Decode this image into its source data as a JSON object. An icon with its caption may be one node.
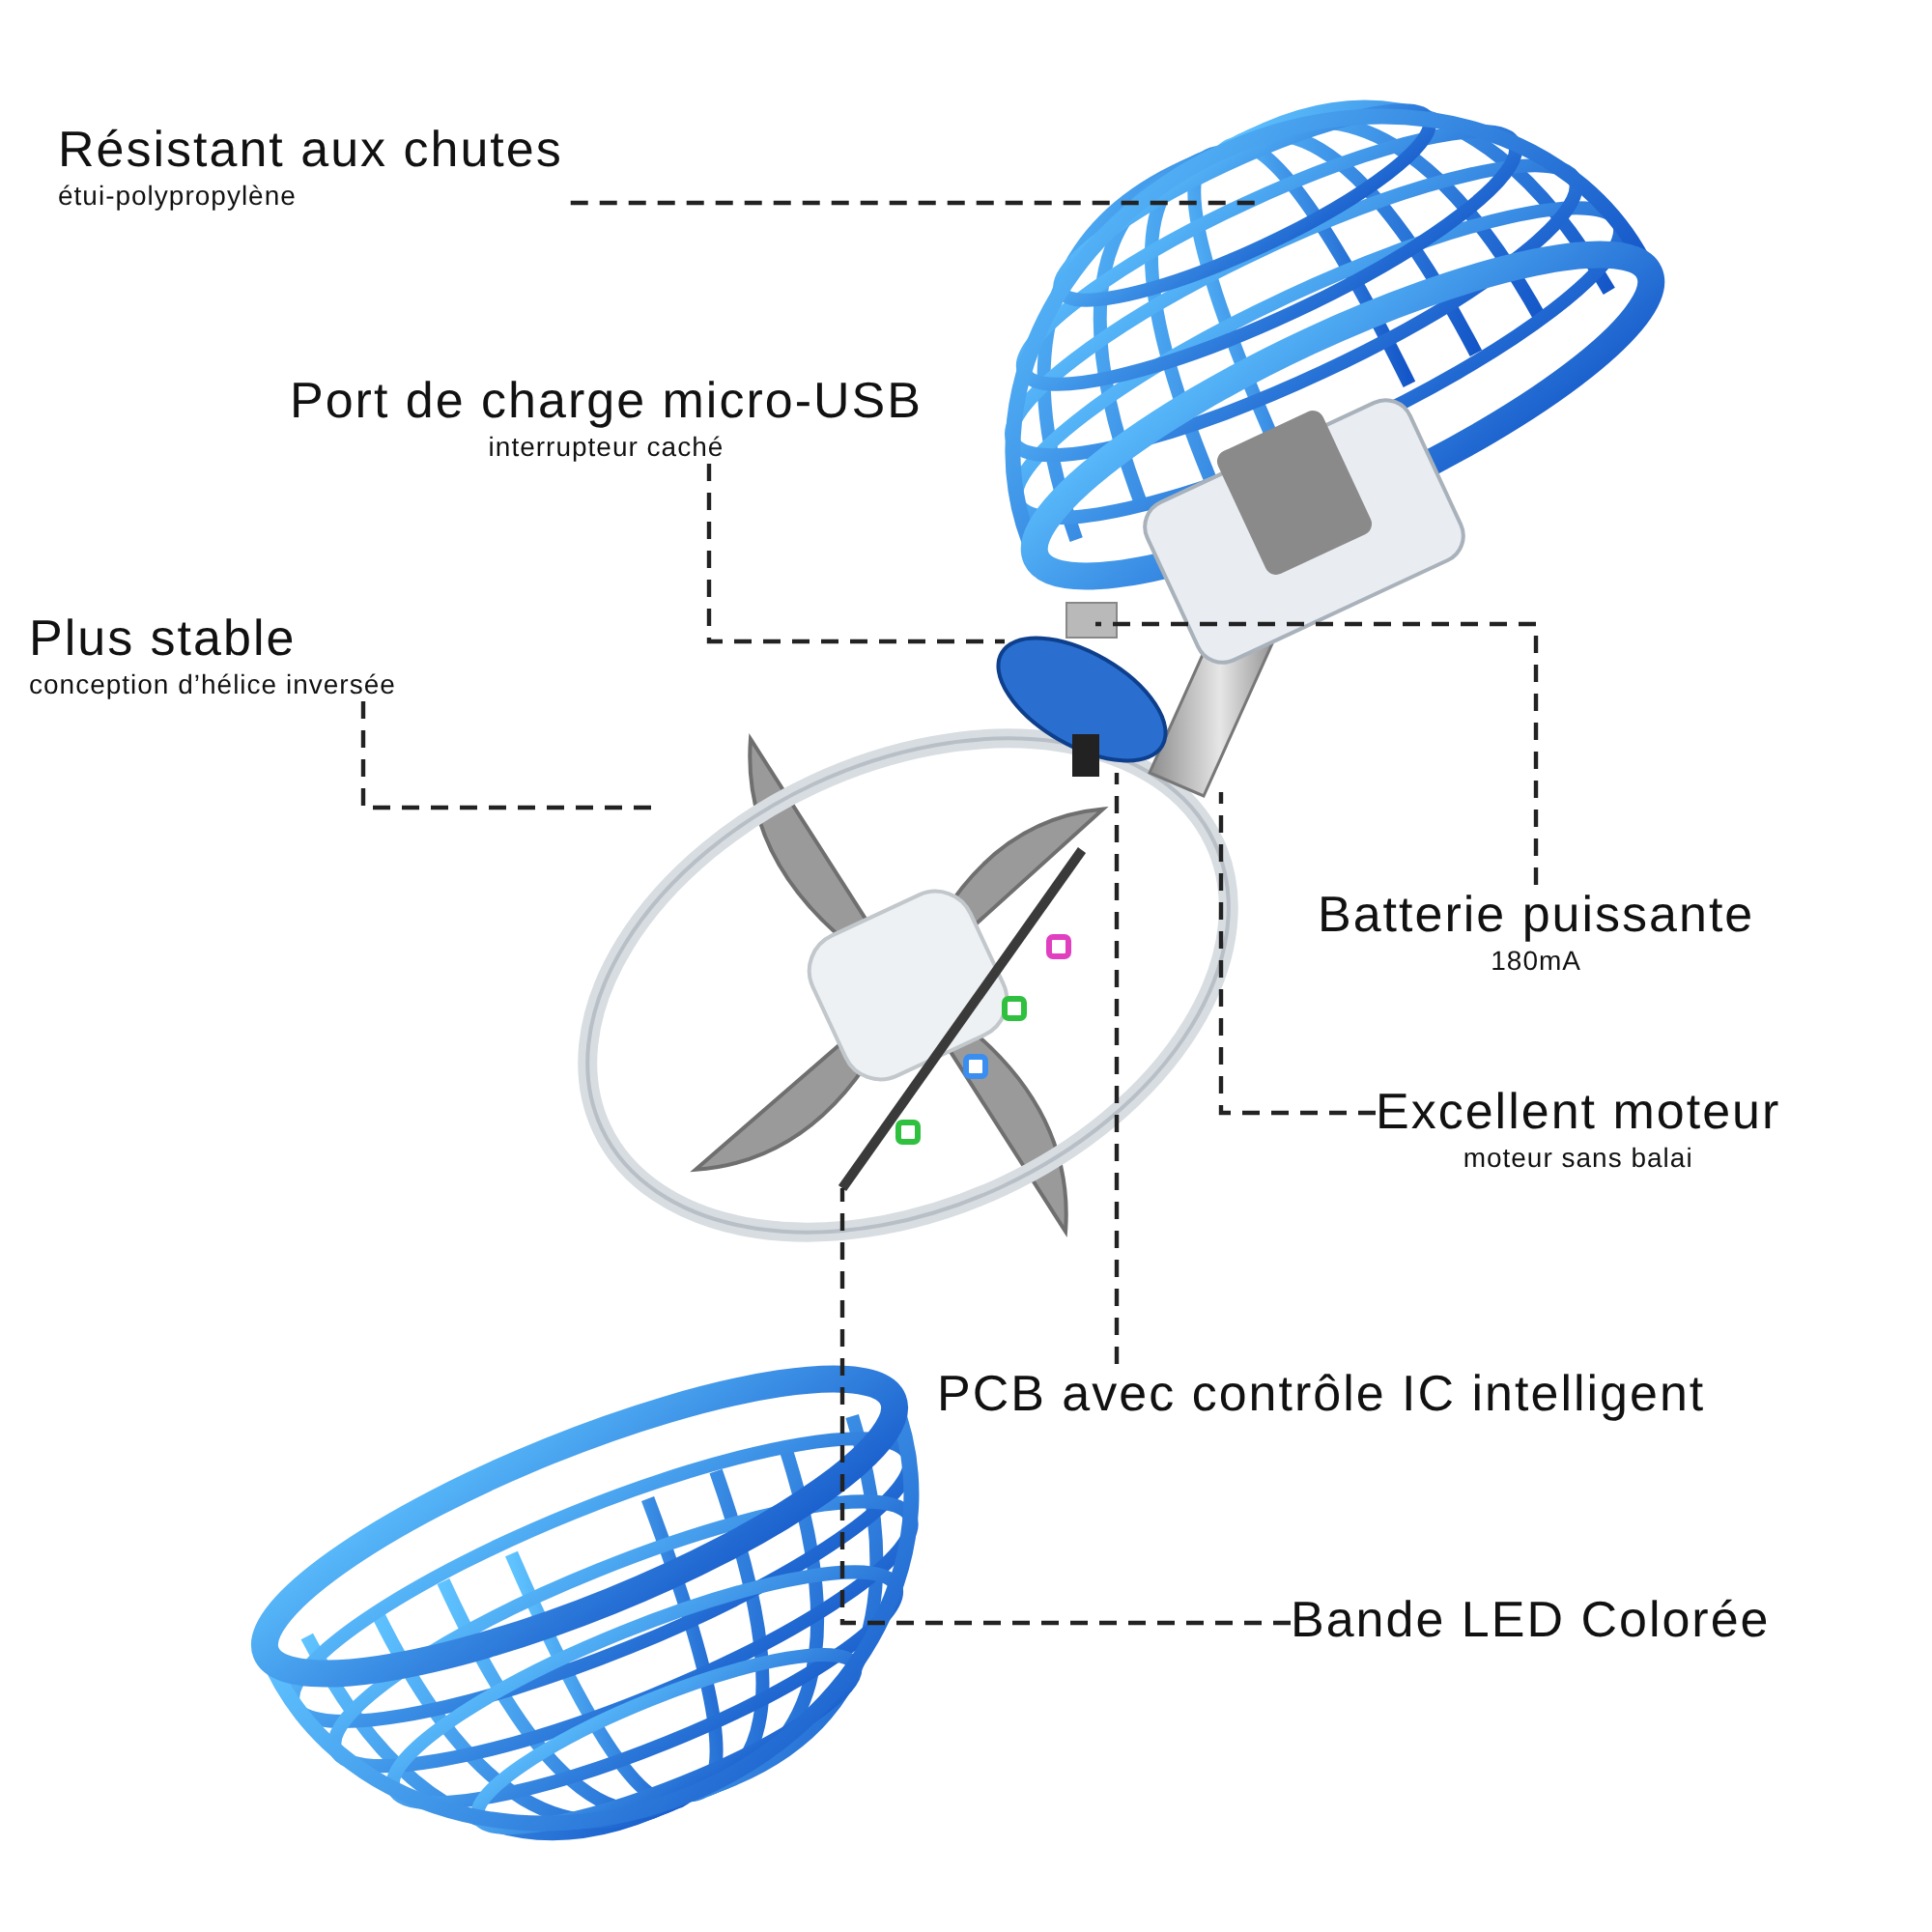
{
  "diagram": {
    "nodes": [
      {
        "text": [
          "Résistant aux chutes",
          "étui-polypropylène"
        ]
      },
      {
        "text": [
          "Port de charge micro-USB",
          "interrupteur caché"
        ]
      },
      {
        "text": [
          "Plus stable",
          "conception d’hélice inversée"
        ]
      },
      {
        "text": [
          "Batterie puissante",
          "180mA"
        ]
      },
      {
        "text": [
          "Excellent moteur",
          "moteur sans balai"
        ]
      },
      {
        "text": [
          "PCB avec contrôle IC intelligent"
        ]
      },
      {
        "text": [
          "Bande LED Colorée"
        ]
      }
    ],
    "edges": [
      {
        "from": 0,
        "to": null,
        "arrow": "none"
      },
      {
        "from": 1,
        "to": null,
        "arrow": "none"
      },
      {
        "from": 2,
        "to": null,
        "arrow": "none"
      },
      {
        "from": 3,
        "to": null,
        "arrow": "none"
      },
      {
        "from": 4,
        "to": null,
        "arrow": "none"
      },
      {
        "from": 5,
        "to": null,
        "arrow": "none"
      },
      {
        "from": 6,
        "to": null,
        "arrow": "none"
      }
    ]
  }
}
